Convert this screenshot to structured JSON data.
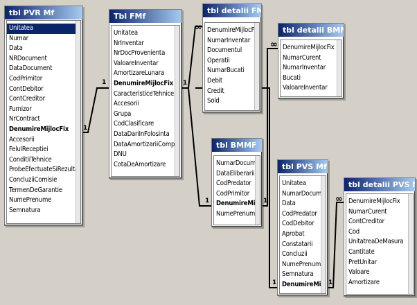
{
  "tables": [
    {
      "id": "pvr",
      "title": "tbl PVR Mf",
      "fields": [
        {
          "name": "Unitatea",
          "selected": true
        },
        {
          "name": "Numar"
        },
        {
          "name": "Data"
        },
        {
          "name": "NRDocument"
        },
        {
          "name": "DataDocument"
        },
        {
          "name": "CodPrimitor"
        },
        {
          "name": "ContDebitor"
        },
        {
          "name": "ContCreditor"
        },
        {
          "name": "Furnizor"
        },
        {
          "name": "NrContract"
        },
        {
          "name": "DenumireMijlocFix",
          "bold": true
        },
        {
          "name": "Accesorii"
        },
        {
          "name": "FelulReceptiei"
        },
        {
          "name": "ConditiiTehnice"
        },
        {
          "name": "ProbeEfectuateSiRezultate"
        },
        {
          "name": "ConcluziiComisie"
        },
        {
          "name": "TermenDeGarantie"
        },
        {
          "name": "NumePrenume"
        },
        {
          "name": "Semnatura"
        }
      ]
    },
    {
      "id": "fmf",
      "title": "Tbl FMf",
      "fields": [
        {
          "name": "Unitatea"
        },
        {
          "name": "NrInventar"
        },
        {
          "name": "NrDocProvenienta"
        },
        {
          "name": "ValoareInventar"
        },
        {
          "name": "AmortizareLunara"
        },
        {
          "name": "DenumireMijlocFix",
          "bold": true
        },
        {
          "name": "CaracteristiceTehnice"
        },
        {
          "name": "Accesorii"
        },
        {
          "name": "Grupa"
        },
        {
          "name": "CodClasificare"
        },
        {
          "name": "DataDariInFolosinta"
        },
        {
          "name": "DataAmortizariiComplecte"
        },
        {
          "name": "DNU"
        },
        {
          "name": "CotaDeAmortizare"
        }
      ]
    },
    {
      "id": "detfmf",
      "title": "tbl detalii FMf",
      "fields": [
        {
          "name": "DenumireMijlocFix"
        },
        {
          "name": "NumarInventar"
        },
        {
          "name": "Documentul"
        },
        {
          "name": "Operatii"
        },
        {
          "name": "NumarBucati"
        },
        {
          "name": "Debit"
        },
        {
          "name": "Credit"
        },
        {
          "name": "Sold"
        }
      ]
    },
    {
      "id": "detbmmf",
      "title": "tbl detalii BMMf",
      "fields": [
        {
          "name": "DenumireMijlocFix"
        },
        {
          "name": "NumarCurent"
        },
        {
          "name": "NumarInventar"
        },
        {
          "name": "Bucati"
        },
        {
          "name": "ValoareInventar"
        }
      ]
    },
    {
      "id": "bmmf",
      "title": "tbl BMMF",
      "fields": [
        {
          "name": "NumarDocument"
        },
        {
          "name": "DataEliberarii"
        },
        {
          "name": "CodPredator"
        },
        {
          "name": "CodPrimitor"
        },
        {
          "name": "DenumireMijlocFix",
          "bold": true
        },
        {
          "name": "NumePrenume"
        }
      ]
    },
    {
      "id": "pvs",
      "title": "tbl PVS Mf",
      "fields": [
        {
          "name": "Unitatea"
        },
        {
          "name": "NumarDocument"
        },
        {
          "name": "Data"
        },
        {
          "name": "CodPredator"
        },
        {
          "name": "CodDebitor"
        },
        {
          "name": "Aprobat"
        },
        {
          "name": "Constatarii"
        },
        {
          "name": "Concluzii"
        },
        {
          "name": "NumePrenume"
        },
        {
          "name": "Semnatura"
        },
        {
          "name": "DenumireMijlocFix",
          "bold": true
        }
      ]
    },
    {
      "id": "detpvs",
      "title": "tbl detalii PVS Mf",
      "fields": [
        {
          "name": "DenumireMijlocFix"
        },
        {
          "name": "NumarCurent"
        },
        {
          "name": "ContCreditor"
        },
        {
          "name": "Cod"
        },
        {
          "name": "UnitatreaDeMasura"
        },
        {
          "name": "Cantitate"
        },
        {
          "name": "PretUnitar"
        },
        {
          "name": "Valoare"
        },
        {
          "name": "Amortizare"
        }
      ]
    }
  ],
  "cardinality": {
    "one": "1",
    "many": "∞"
  },
  "colors": {
    "title_start": "#0a246a",
    "title_end": "#a6caf0",
    "selected": "#0a246a",
    "background": "#d4d0c8"
  }
}
